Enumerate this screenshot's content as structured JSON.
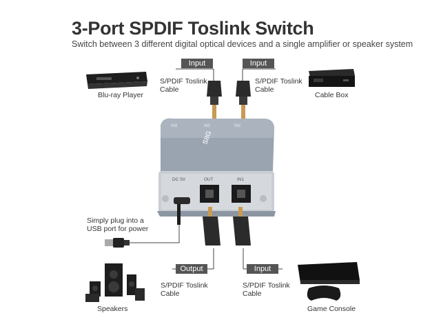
{
  "header": {
    "title": "3-Port SPDIF Toslink Switch",
    "subtitle": "Switch between 3 different digital optical devices and a single amplifier or speaker system"
  },
  "tags": {
    "input_left": "Input",
    "input_right": "Input",
    "output": "Output",
    "input_bottom": "Input"
  },
  "cables": {
    "line1": "S/PDIF Toslink",
    "line2": "Cable"
  },
  "devices": {
    "bluray": "Blu-ray Player",
    "cable_box": "Cable Box",
    "speakers": "Speakers",
    "game_console": "Game Console"
  },
  "power": {
    "line1": "Simply plug into a",
    "line2": "USB port for power"
  },
  "switch": {
    "brand": "SIIG",
    "top_ports": [
      "IN3",
      "IN2"
    ],
    "front_labels": [
      "DC 5V",
      "OUT",
      "IN1"
    ]
  },
  "colors": {
    "tag_bg": "#555555",
    "body_gray": "#9aa4b0",
    "connector": "#2b2b2b",
    "ferrule": "#c89a52"
  },
  "icons": [
    "bluray-player-icon",
    "cable-box-icon",
    "speakers-icon",
    "game-console-icon",
    "usb-plug-icon"
  ]
}
